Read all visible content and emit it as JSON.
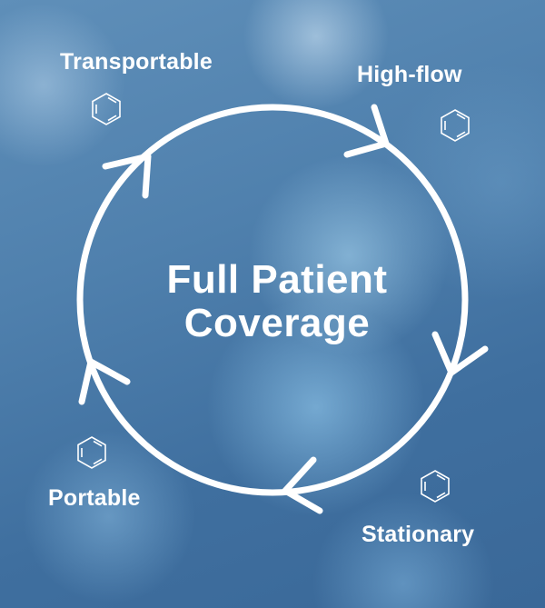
{
  "center": {
    "line1": "Full Patient",
    "line2": "Coverage"
  },
  "labels": {
    "transportable": "Transportable",
    "high_flow": "High-flow",
    "portable": "Portable",
    "stationary": "Stationary"
  },
  "icons": [
    "hexagon-icon",
    "hexagon-icon",
    "hexagon-icon",
    "hexagon-icon"
  ],
  "colors": {
    "foreground": "#ffffff",
    "background": "#4a7aa8"
  }
}
